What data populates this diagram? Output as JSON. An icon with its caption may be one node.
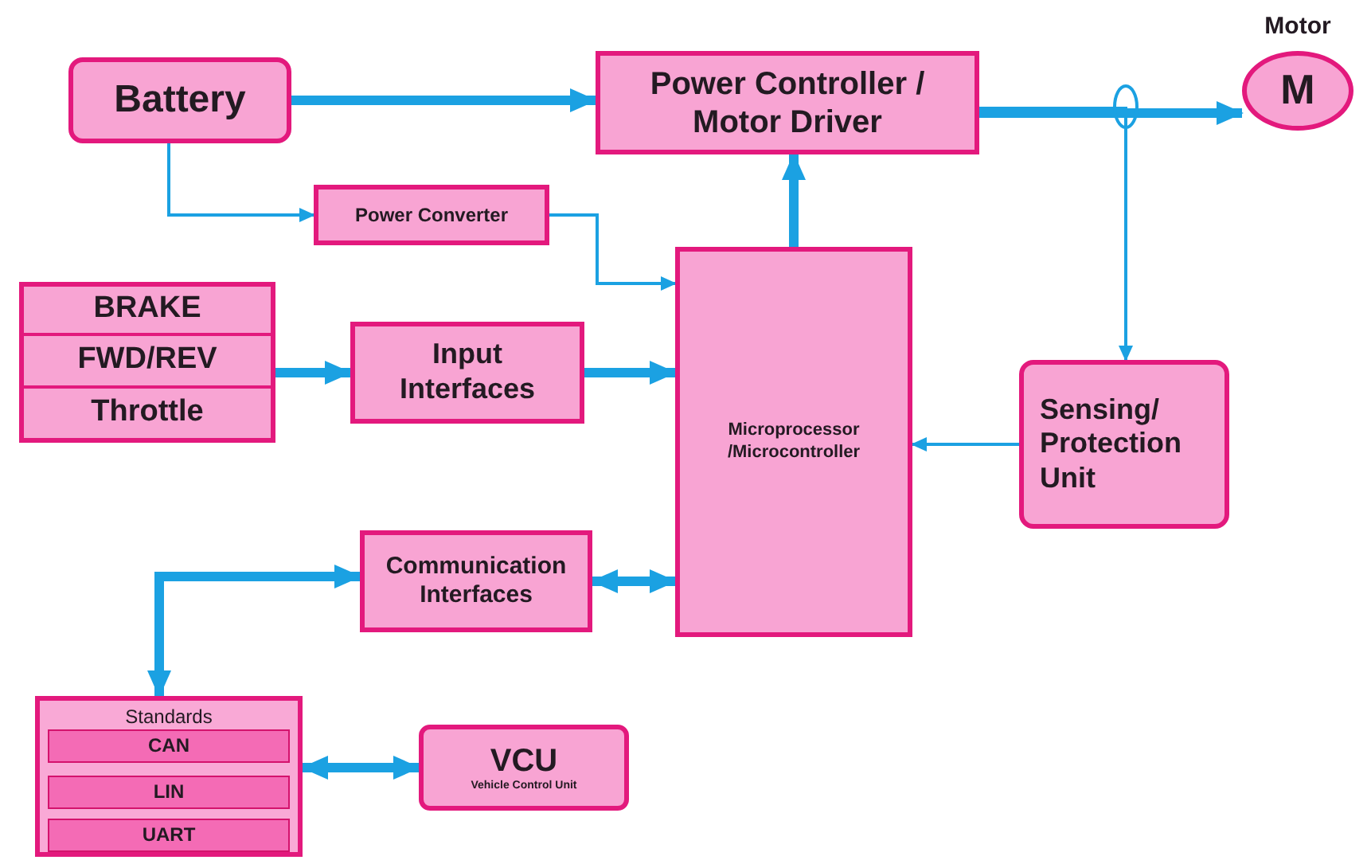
{
  "diagram": {
    "nodes": [
      {
        "text": [
          "Battery"
        ]
      },
      {
        "text": [
          "Power Controller / Motor Driver"
        ]
      },
      {
        "text": [
          "Motor",
          "M"
        ]
      },
      {
        "text": [
          "Power Converter"
        ]
      },
      {
        "text": [],
        "shape": "box"
      },
      {
        "text": [
          "BRAKE"
        ],
        "in": 4
      },
      {
        "text": [
          "FWD/REV"
        ],
        "in": 4
      },
      {
        "text": [
          "Throttle"
        ],
        "in": 4
      },
      {
        "text": [
          "Input Interfaces"
        ]
      },
      {
        "text": [
          "Microprocessor /Microcontroller"
        ]
      },
      {
        "text": [
          "Sensing/ Protection Unit"
        ]
      },
      {
        "text": [
          "Communication Interfaces"
        ]
      },
      {
        "text": [
          "Standards"
        ]
      },
      {
        "text": [
          "CAN"
        ],
        "in": 12
      },
      {
        "text": [
          "LIN"
        ],
        "in": 12
      },
      {
        "text": [
          "UART"
        ],
        "in": 12
      },
      {
        "text": [
          "VCU",
          "Vehicle Control Unit"
        ]
      }
    ],
    "edges": [
      {
        "from": 0,
        "to": 1,
        "arrow": "to"
      },
      {
        "from": 0,
        "to": 3,
        "arrow": "to"
      },
      {
        "from": 3,
        "to": 9,
        "arrow": "to"
      },
      {
        "from": 9,
        "to": 1,
        "arrow": "to"
      },
      {
        "from": 1,
        "to": 2,
        "arrow": "to"
      },
      {
        "from": 1,
        "to": 10,
        "arrow": "to"
      },
      {
        "from": 10,
        "to": 9,
        "arrow": "to"
      },
      {
        "from": 4,
        "to": 8,
        "arrow": "to"
      },
      {
        "from": 8,
        "to": 9,
        "arrow": "to"
      },
      {
        "from": 11,
        "to": 9,
        "arrow": "both"
      },
      {
        "from": 11,
        "to": 12,
        "arrow": "both"
      },
      {
        "from": 12,
        "to": 16,
        "arrow": "both"
      }
    ]
  }
}
